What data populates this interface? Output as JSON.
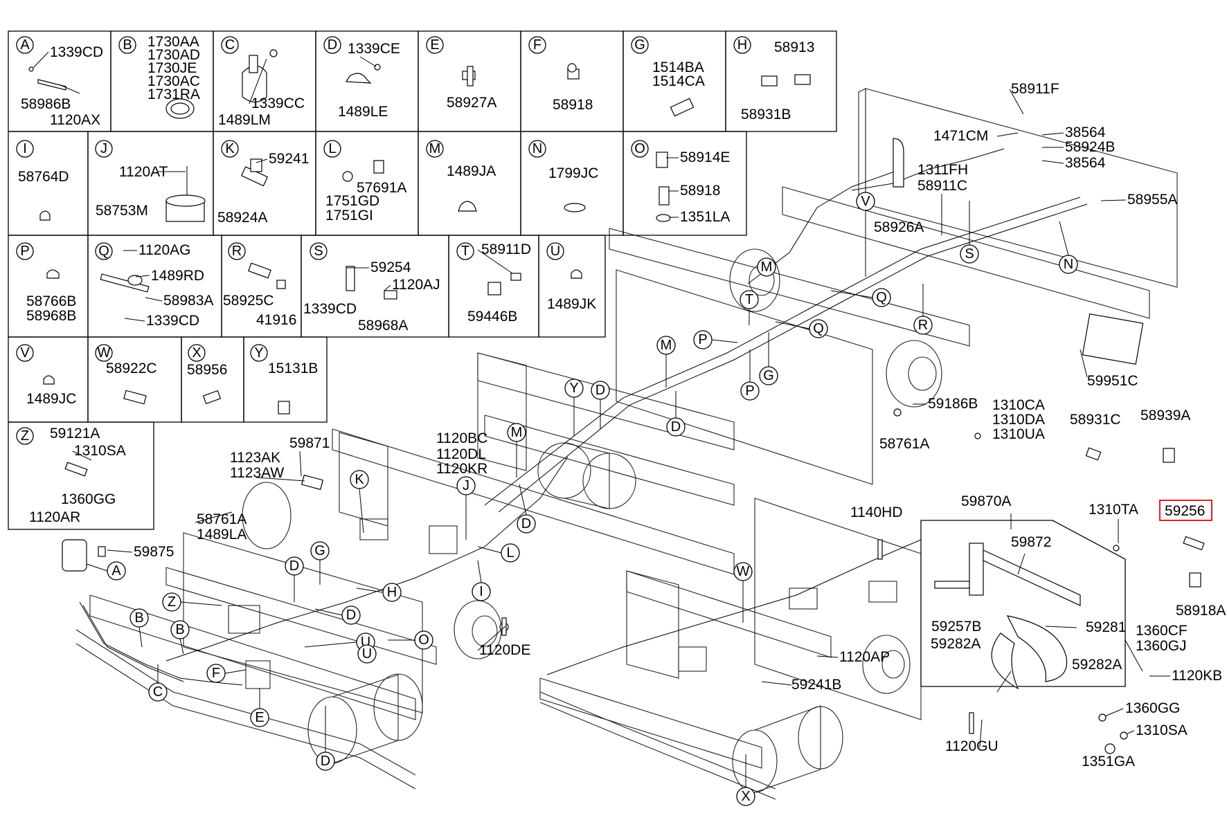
{
  "boxes": [
    {
      "id": "A",
      "parts": [
        "1339CD",
        "58986B",
        "1120AX"
      ]
    },
    {
      "id": "B",
      "parts": [
        "1730AA",
        "1730AD",
        "1730JE",
        "1730AC",
        "1731RA"
      ]
    },
    {
      "id": "C",
      "parts": [
        "1339CC",
        "1489LM"
      ]
    },
    {
      "id": "D",
      "parts": [
        "1339CE",
        "1489LE"
      ]
    },
    {
      "id": "E",
      "parts": [
        "58927A"
      ]
    },
    {
      "id": "F",
      "parts": [
        "58918"
      ]
    },
    {
      "id": "G",
      "parts": [
        "1514BA",
        "1514CA"
      ]
    },
    {
      "id": "H",
      "parts": [
        "58913",
        "58931B"
      ]
    },
    {
      "id": "I",
      "parts": [
        "58764D"
      ]
    },
    {
      "id": "J",
      "parts": [
        "1120AT",
        "58753M"
      ]
    },
    {
      "id": "K",
      "parts": [
        "59241",
        "58924A"
      ]
    },
    {
      "id": "L",
      "parts": [
        "57691A",
        "1751GD",
        "1751GI"
      ]
    },
    {
      "id": "M",
      "parts": [
        "1489JA"
      ]
    },
    {
      "id": "N",
      "parts": [
        "1799JC"
      ]
    },
    {
      "id": "O",
      "parts": [
        "58914E",
        "58918",
        "1351LA"
      ]
    },
    {
      "id": "P",
      "parts": [
        "58766B",
        "58968B"
      ]
    },
    {
      "id": "Q",
      "parts": [
        "1120AG",
        "1489RD",
        "58983A",
        "1339CD"
      ]
    },
    {
      "id": "R",
      "parts": [
        "58925C",
        "41916"
      ]
    },
    {
      "id": "S",
      "parts": [
        "59254",
        "1120AJ",
        "1339CD",
        "58968A"
      ]
    },
    {
      "id": "T",
      "parts": [
        "58911D",
        "59446B"
      ]
    },
    {
      "id": "U",
      "parts": [
        "1489JK"
      ]
    },
    {
      "id": "V",
      "parts": [
        "1489JC"
      ]
    },
    {
      "id": "W",
      "parts": [
        "58922C"
      ]
    },
    {
      "id": "X",
      "parts": [
        "58956"
      ]
    },
    {
      "id": "Y",
      "parts": [
        "15131B"
      ]
    },
    {
      "id": "Z",
      "parts": [
        "59121A",
        "1310SA",
        "1360GG",
        "1120AR"
      ]
    }
  ],
  "callouts": [
    "58911F",
    "1471CM",
    "38564",
    "58924B",
    "38564",
    "1311FH",
    "58911C",
    "58955A",
    "58926A",
    "59951C",
    "59186B",
    "58761A",
    "1310CA",
    "1310DA",
    "1310UA",
    "58931C",
    "58939A",
    "1120BC",
    "1120DL",
    "1120KR",
    "59871",
    "1123AK",
    "1123AW",
    "58761A",
    "1489LA",
    "59875",
    "1140HD",
    "59870A",
    "1310TA",
    "59256",
    "59872",
    "59257B",
    "59281",
    "59282A",
    "59282A",
    "1360CF",
    "1360GJ",
    "1120KB",
    "1120AP",
    "59241B",
    "1120DE",
    "1360GG",
    "1310SA",
    "1351GA",
    "1120GU",
    "58918A"
  ],
  "highlight": "59256",
  "letters": [
    "V",
    "S",
    "N",
    "M",
    "Q",
    "T",
    "Q",
    "R",
    "G",
    "P",
    "P",
    "M",
    "D",
    "Y",
    "D",
    "M",
    "D",
    "K",
    "J",
    "L",
    "I",
    "G",
    "D",
    "H",
    "Z",
    "D",
    "U",
    "B",
    "B",
    "C",
    "F",
    "E",
    "D",
    "A",
    "O",
    "U",
    "W",
    "X"
  ]
}
